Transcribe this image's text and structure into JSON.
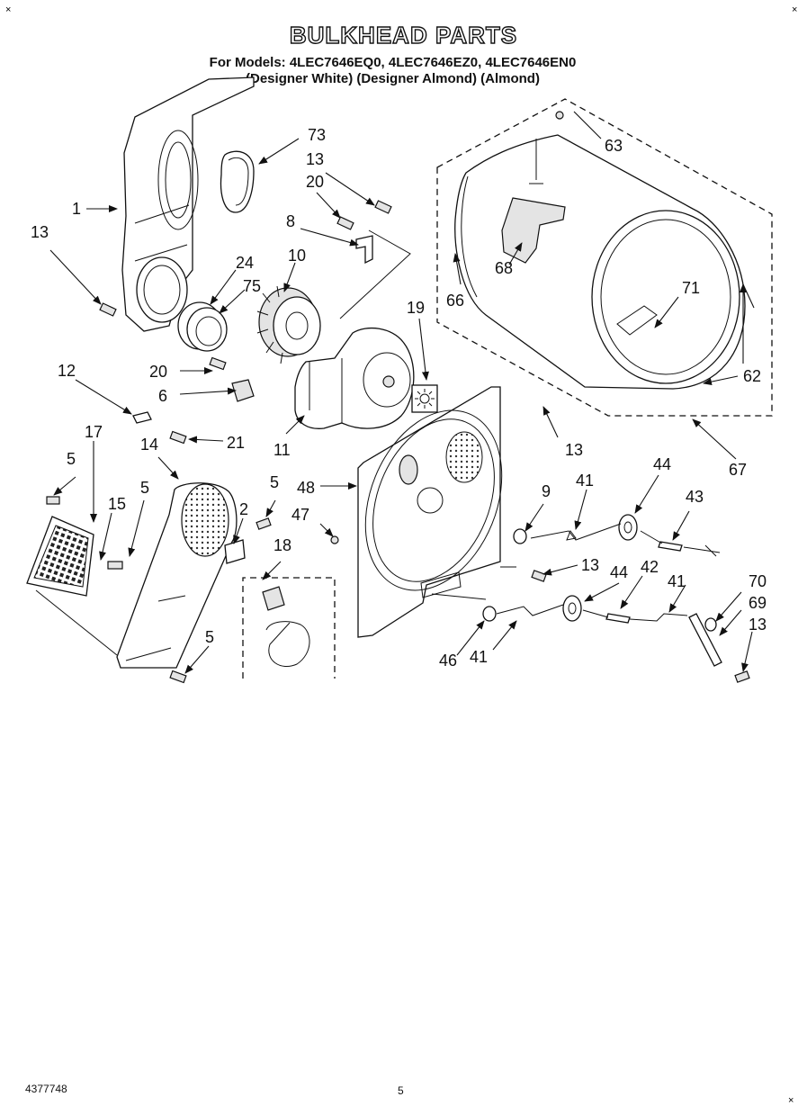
{
  "title": "BULKHEAD PARTS",
  "models_line": "For Models: 4LEC7646EQ0, 4LEC7646EZ0, 4LEC7646EN0",
  "colors_line": "(Designer White) (Designer Almond)      (Almond)",
  "doc_number": "4377748",
  "page_number": "5",
  "callouts": {
    "c1": "1",
    "c13a": "13",
    "c73": "73",
    "c13b": "13",
    "c20a": "20",
    "c8": "8",
    "c24": "24",
    "c10": "10",
    "c75": "75",
    "c19": "19",
    "c63": "63",
    "c68": "68",
    "c66": "66",
    "c71": "71",
    "c62": "62",
    "c67": "67",
    "c12": "12",
    "c20b": "20",
    "c6": "6",
    "c11": "11",
    "c21": "21",
    "c13c": "13",
    "c17": "17",
    "c14": "14",
    "c5a": "5",
    "c5b": "5",
    "c15": "15",
    "c5c": "5",
    "c2": "2",
    "c18": "18",
    "c5d": "5",
    "c48": "48",
    "c47": "47",
    "c9": "9",
    "c41a": "41",
    "c44a": "44",
    "c43": "43",
    "c13d": "13",
    "c44b": "44",
    "c42": "42",
    "c41b": "41",
    "c70": "70",
    "c69": "69",
    "c13e": "13",
    "c46": "46",
    "c41c": "41"
  }
}
